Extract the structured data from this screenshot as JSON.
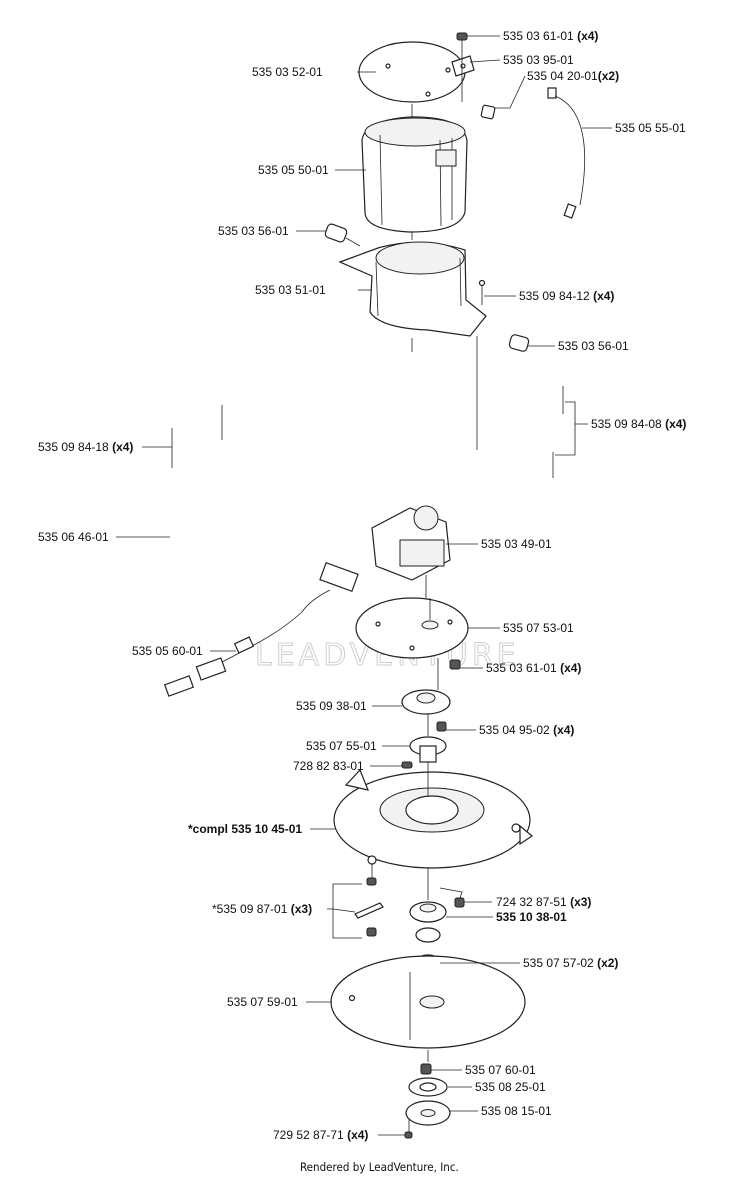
{
  "labels": [
    {
      "id": "l01",
      "code": "535 03 61-01",
      "qty": "(x4)"
    },
    {
      "id": "l02",
      "code": "535 03 95-01",
      "qty": ""
    },
    {
      "id": "l03",
      "code": "535 03 52-01",
      "qty": ""
    },
    {
      "id": "l04",
      "code": "535 04 20-01",
      "qty": "(x2)"
    },
    {
      "id": "l05",
      "code": "535 05 55-01",
      "qty": ""
    },
    {
      "id": "l06",
      "code": "535 05 50-01",
      "qty": ""
    },
    {
      "id": "l07",
      "code": "535 03 56-01",
      "qty": ""
    },
    {
      "id": "l08",
      "code": "535 03 51-01",
      "qty": ""
    },
    {
      "id": "l09",
      "code": "535 09 84-12",
      "qty": "(x4)"
    },
    {
      "id": "l10",
      "code": "535 03 56-01",
      "qty": ""
    },
    {
      "id": "l11",
      "code": "535 09 84-08",
      "qty": "(x4)"
    },
    {
      "id": "l12",
      "code": "535 09 84-18",
      "qty": "(x4)"
    },
    {
      "id": "l13",
      "code": "535 06 46-01",
      "qty": ""
    },
    {
      "id": "l14",
      "code": "535 03 49-01",
      "qty": ""
    },
    {
      "id": "l15",
      "code": "535 07 53-01",
      "qty": ""
    },
    {
      "id": "l16",
      "code": "535 05 60-01",
      "qty": ""
    },
    {
      "id": "l17",
      "code": "535 03 61-01",
      "qty": "(x4)"
    },
    {
      "id": "l18",
      "code": "535 09 38-01",
      "qty": ""
    },
    {
      "id": "l19",
      "code": "535 04 95-02",
      "qty": "(x4)"
    },
    {
      "id": "l20",
      "code": "535 07 55-01",
      "qty": ""
    },
    {
      "id": "l21",
      "code": "728 82 83-01",
      "qty": ""
    },
    {
      "id": "l22",
      "code": "*compl 535 10 45-01",
      "qty": ""
    },
    {
      "id": "l23",
      "code": "724 32 87-51",
      "qty": "(x3)"
    },
    {
      "id": "l24",
      "code": "*535 09 87-01",
      "qty": "(x3)"
    },
    {
      "id": "l25",
      "code": "535 10 38-01",
      "qty": ""
    },
    {
      "id": "l26",
      "code": "535 07 57-02",
      "qty": "(x2)"
    },
    {
      "id": "l27",
      "code": "535 07 59-01",
      "qty": ""
    },
    {
      "id": "l28",
      "code": "535 07 60-01",
      "qty": ""
    },
    {
      "id": "l29",
      "code": "535 08 25-01",
      "qty": ""
    },
    {
      "id": "l30",
      "code": "535 08 15-01",
      "qty": ""
    },
    {
      "id": "l31",
      "code": "729 52 87-71",
      "qty": "(x4)"
    }
  ],
  "watermark": "LEADVENTURE",
  "footer": "Rendered by LeadVenture, Inc."
}
